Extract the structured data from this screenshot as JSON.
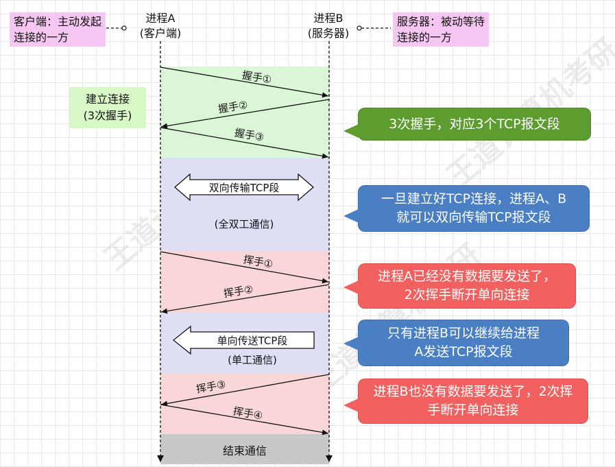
{
  "notes": {
    "client": "客户端：主动发起连接的一方",
    "server": "服务器：被动等待连接的一方"
  },
  "process_a": {
    "name": "进程A",
    "role": "(客户端)"
  },
  "process_b": {
    "name": "进程B",
    "role": "(服务器)"
  },
  "phases": {
    "connect_label": "建立连接\n(3次握手)",
    "duplex_arrow_label": "双向传输TCP段",
    "duplex_label": "(全双工通信)",
    "simplex_arrow_label": "单向传送TCP段",
    "simplex_label": "(单工通信)",
    "end_label": "结束通信"
  },
  "messages": {
    "handshake1": "握手①",
    "handshake2": "握手②",
    "handshake3": "握手③",
    "wave1": "挥手①",
    "wave2": "挥手②",
    "wave3": "挥手③",
    "wave4": "挥手④"
  },
  "callouts": {
    "c1": "3次握手，对应3个TCP报文段",
    "c2": "一旦建立好TCP连接，进程A、B就可以双向传输TCP报文段",
    "c3": "进程A已经没有数据要发送了，2次挥手断开单向连接",
    "c4": "只有进程B可以继续给进程A发送TCP报文段",
    "c5": "进程B也没有数据要发送了，2次挥手断开单向连接"
  },
  "colors": {
    "handshake_band": "#dbf5d7",
    "duplex_band": "#dedff5",
    "wave_band": "#f8d7d6",
    "end_band": "#c8c8c8",
    "callout_green": "#5d9c2f",
    "callout_blue": "#4b7fc4",
    "callout_red": "#f26060",
    "note_pink": "#f4c6f1",
    "connect_box": "#d7f7c6"
  }
}
